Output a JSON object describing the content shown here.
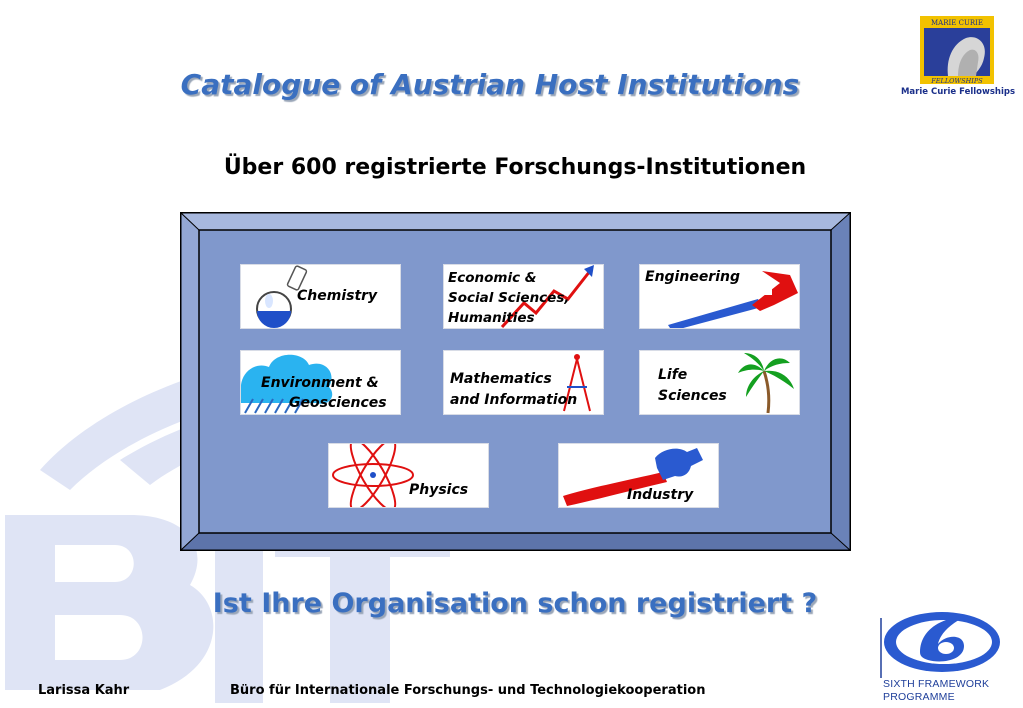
{
  "header": {
    "title": "Catalogue of Austrian Host Institutions",
    "subtitle": "Über 600 registrierte Forschungs-Institutionen"
  },
  "logos": {
    "marie_curie": {
      "text_line1": "MARIE CURIE",
      "text_line2": "FELLOWSHIPS",
      "caption": "Marie Curie Fellowships"
    },
    "fp6": {
      "caption_line1": "SIXTH FRAMEWORK",
      "caption_line2": "PROGRAMME"
    },
    "bit_watermark": "BIT"
  },
  "categories": [
    {
      "id": "chemistry",
      "lines": [
        "Chemistry"
      ],
      "icon": "flask-icon"
    },
    {
      "id": "economic",
      "lines": [
        "Economic &",
        "Social Sciences,",
        "Humanities"
      ],
      "icon": "trend-arrow-icon"
    },
    {
      "id": "engineering",
      "lines": [
        "Engineering"
      ],
      "icon": "wrench-icon"
    },
    {
      "id": "environment",
      "lines": [
        "Environment &",
        "Geosciences"
      ],
      "icon": "cloud-rain-icon"
    },
    {
      "id": "mathematics",
      "lines": [
        "Mathematics",
        "and Information"
      ],
      "icon": "compass-icon"
    },
    {
      "id": "life",
      "lines": [
        "Life",
        "Sciences"
      ],
      "icon": "palm-tree-icon"
    },
    {
      "id": "physics",
      "lines": [
        "Physics"
      ],
      "icon": "atom-icon"
    },
    {
      "id": "industry",
      "lines": [
        "Industry"
      ],
      "icon": "hammer-icon"
    }
  ],
  "question": "Ist Ihre Organisation schon registriert ?",
  "footer": {
    "author": "Larissa Kahr",
    "organisation": "Büro für Internationale Forschungs- und Technologiekooperation"
  },
  "colors": {
    "title_blue": "#3a6fc0",
    "panel_blue": "#8098cc",
    "bevel_light": "#a7b8de",
    "bevel_dark": "#5d74aa",
    "watermark": "#dfe4f5"
  }
}
